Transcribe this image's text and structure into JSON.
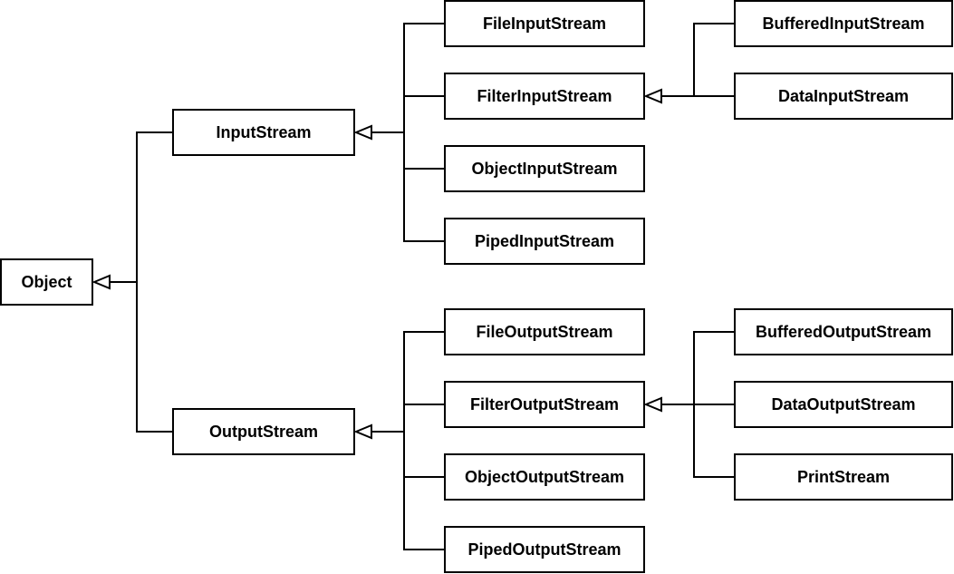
{
  "colors": {
    "background": "#ffffff",
    "stroke": "#000000",
    "text": "#000000"
  },
  "nodes": {
    "object": "Object",
    "inputstream": "InputStream",
    "outputstream": "OutputStream",
    "fileinputstream": "FileInputStream",
    "filterinputstream": "FilterInputStream",
    "objectinputstream": "ObjectInputStream",
    "pipedinputstream": "PipedInputStream",
    "bufferedinputstream": "BufferedInputStream",
    "datainputstream": "DataInputStream",
    "fileoutputstream": "FileOutputStream",
    "filteroutputstream": "FilterOutputStream",
    "objectoutputstream": "ObjectOutputStream",
    "pipedoutputstream": "PipedOutputStream",
    "bufferedoutputstream": "BufferedOutputStream",
    "dataoutputstream": "DataOutputStream",
    "printstream": "PrintStream"
  },
  "relations": [
    {
      "parent": "object",
      "children": [
        "inputstream",
        "outputstream"
      ]
    },
    {
      "parent": "inputstream",
      "children": [
        "fileinputstream",
        "filterinputstream",
        "objectinputstream",
        "pipedinputstream"
      ]
    },
    {
      "parent": "filterinputstream",
      "children": [
        "bufferedinputstream",
        "datainputstream"
      ]
    },
    {
      "parent": "outputstream",
      "children": [
        "fileoutputstream",
        "filteroutputstream",
        "objectoutputstream",
        "pipedoutputstream"
      ]
    },
    {
      "parent": "filteroutputstream",
      "children": [
        "bufferedoutputstream",
        "dataoutputstream",
        "printstream"
      ]
    }
  ]
}
